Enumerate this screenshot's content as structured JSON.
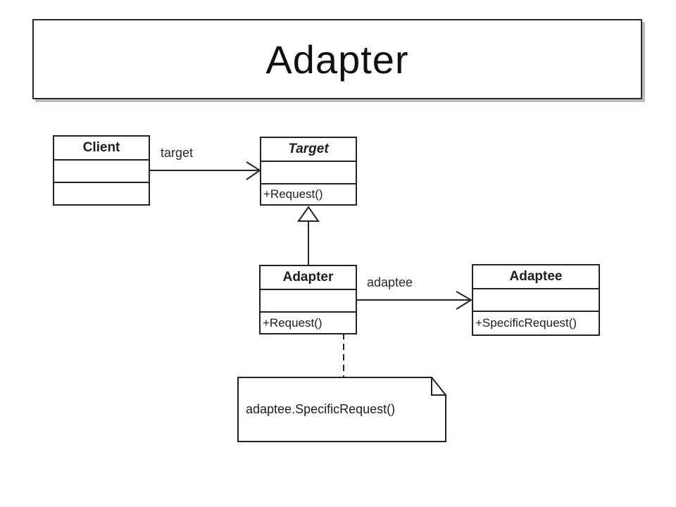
{
  "slide": {
    "title": "Adapter"
  },
  "diagram": {
    "classes": {
      "client": {
        "name": "Client",
        "attributes": "",
        "methods": ""
      },
      "target": {
        "name": "Target",
        "attributes": "",
        "methods": "+Request()"
      },
      "adapter": {
        "name": "Adapter",
        "attributes": "",
        "methods": "+Request()"
      },
      "adaptee": {
        "name": "Adaptee",
        "attributes": "",
        "methods": "+SpecificRequest()"
      }
    },
    "relationships": {
      "client_to_target": {
        "type": "association",
        "label": "target",
        "arrowhead": "open-arrow"
      },
      "adapter_to_target": {
        "type": "generalization",
        "label": "",
        "arrowhead": "hollow-triangle"
      },
      "adapter_to_adaptee": {
        "type": "association",
        "label": "adaptee",
        "arrowhead": "open-arrow"
      },
      "adapter_to_note": {
        "type": "note-anchor",
        "label": "",
        "line": "dashed"
      }
    },
    "note": {
      "text": "adaptee.SpecificRequest()"
    }
  }
}
